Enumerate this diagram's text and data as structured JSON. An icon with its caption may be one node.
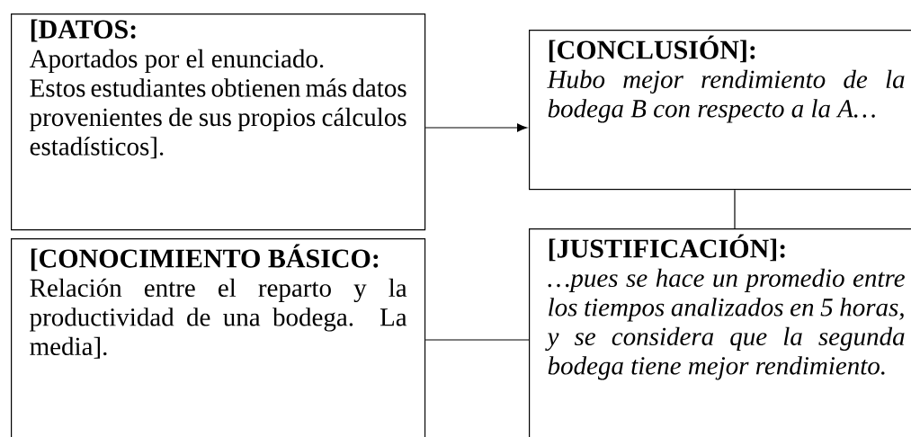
{
  "diagram": {
    "nodes": [
      {
        "text": [
          "[DATOS:",
          "Aportados por el enunciado.",
          "Estos estudiantes obtienen más datos provenientes de sus propios cálculos estadísticos]."
        ]
      },
      {
        "text": [
          "[CONCLUSIÓN]:",
          "Hubo mejor rendimiento de la bodega B con respecto a la A…"
        ]
      },
      {
        "text": [
          "[CONOCIMIENTO BÁSICO:",
          "Relación entre el reparto y la productividad de una bodega. La media]."
        ]
      },
      {
        "text": [
          "[JUSTIFICACIÓN]:",
          "…pues se hace un promedio entre los tiempos analizados en 5 horas, y se considera que la segunda bodega tiene mejor rendimiento."
        ]
      }
    ],
    "edges": [
      {
        "from": 0,
        "to": 1,
        "arrow": "to"
      },
      {
        "from": 1,
        "to": 3,
        "arrow": "none"
      },
      {
        "from": 2,
        "to": 3,
        "arrow": "none"
      }
    ]
  }
}
